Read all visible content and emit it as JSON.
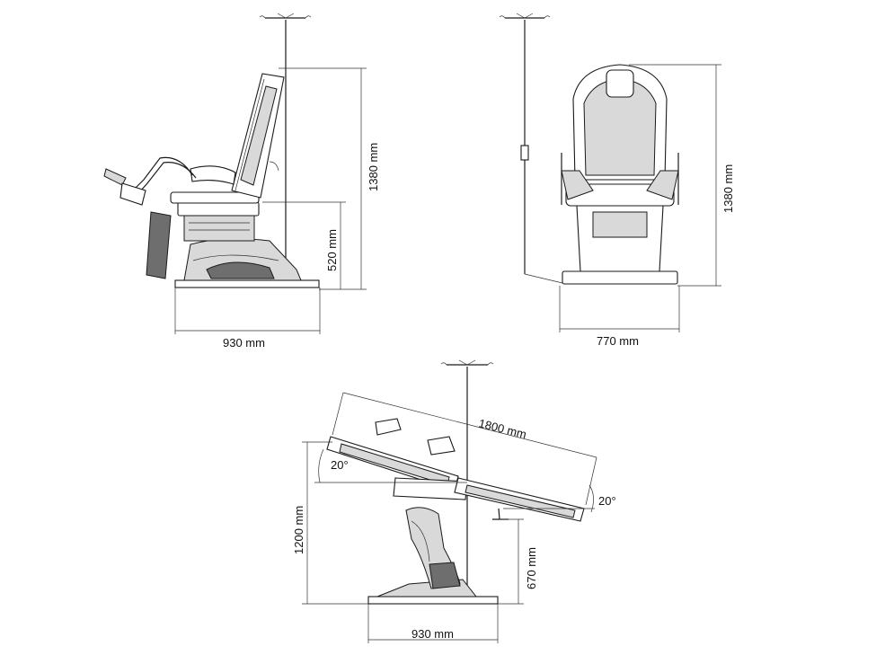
{
  "views": {
    "side": {
      "height_label": "1380 mm",
      "seat_height_label": "520 mm",
      "width_label": "930 mm"
    },
    "front": {
      "height_label": "1380 mm",
      "width_label": "770 mm"
    },
    "reclined": {
      "length_label": "1800 mm",
      "back_angle_label": "20°",
      "leg_angle_label": "20°",
      "height_label": "1200 mm",
      "seat_height_label": "670 mm",
      "width_label": "930 mm"
    }
  }
}
